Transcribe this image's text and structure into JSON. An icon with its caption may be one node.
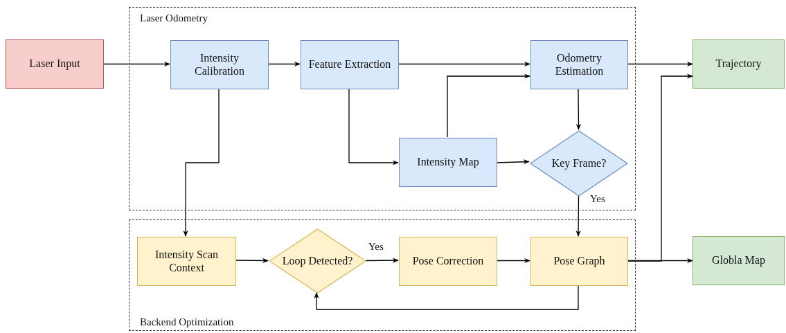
{
  "diagram": {
    "nodes": [
      {
        "text": [
          "Laser Input"
        ]
      },
      {
        "text": [
          "Laser Odometry"
        ]
      },
      {
        "text": [
          "Intensity Calibration"
        ],
        "in": 1
      },
      {
        "text": [
          "Feature Extraction"
        ],
        "in": 1
      },
      {
        "text": [
          "Odometry Estimation"
        ],
        "in": 1
      },
      {
        "text": [
          "Intensity Map"
        ],
        "in": 1
      },
      {
        "text": [
          "Key Frame?"
        ],
        "in": 1
      },
      {
        "text": [
          "Trajectory"
        ]
      },
      {
        "text": [
          "Backend Optimization"
        ]
      },
      {
        "text": [
          "Intensity Scan Context"
        ],
        "in": 8
      },
      {
        "text": [
          "Loop Detected?"
        ],
        "in": 8
      },
      {
        "text": [
          "Pose Correction"
        ],
        "in": 8
      },
      {
        "text": [
          "Pose Graph"
        ],
        "in": 8
      },
      {
        "text": [
          "Globla Map"
        ]
      }
    ],
    "edges": [
      {
        "from": 0,
        "to": 2,
        "arrow": "to"
      },
      {
        "from": 2,
        "to": 3,
        "arrow": "to"
      },
      {
        "from": 3,
        "to": 4,
        "arrow": "to"
      },
      {
        "from": 3,
        "to": 5,
        "arrow": "to"
      },
      {
        "from": 5,
        "to": 4,
        "arrow": "to"
      },
      {
        "from": 5,
        "to": 6,
        "arrow": "to"
      },
      {
        "from": 4,
        "to": 6,
        "arrow": "to"
      },
      {
        "from": 4,
        "to": 7,
        "arrow": "to"
      },
      {
        "from": 6,
        "to": 12,
        "arrow": "to",
        "label": "Yes"
      },
      {
        "from": 2,
        "to": 9,
        "arrow": "to"
      },
      {
        "from": 9,
        "to": 10,
        "arrow": "to"
      },
      {
        "from": 10,
        "to": 11,
        "arrow": "to",
        "label": "Yes"
      },
      {
        "from": 11,
        "to": 12,
        "arrow": "to"
      },
      {
        "from": 12,
        "to": 10,
        "arrow": "to"
      },
      {
        "from": 12,
        "to": 7,
        "arrow": "to"
      },
      {
        "from": 12,
        "to": 13,
        "arrow": "to"
      }
    ]
  }
}
